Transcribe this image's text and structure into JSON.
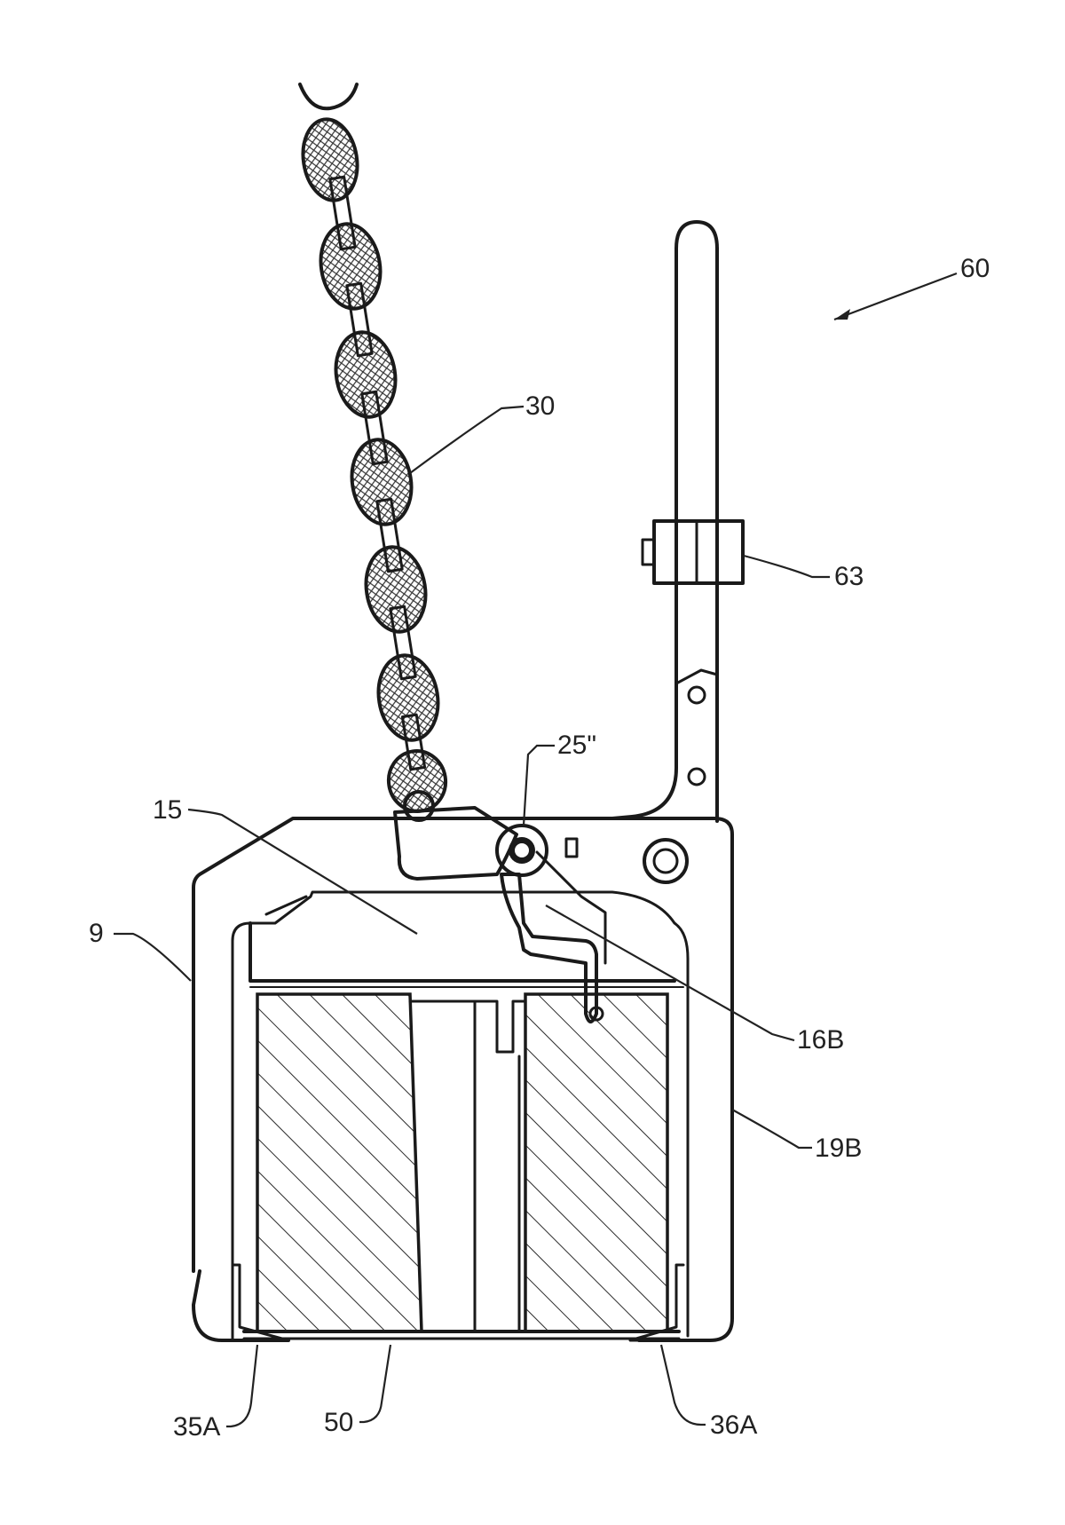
{
  "labels": {
    "ref_60": "60",
    "ref_30": "30",
    "ref_63": "63",
    "ref_25": "25\"",
    "ref_15": "15",
    "ref_9": "9",
    "ref_16B": "16B",
    "ref_19B": "19B",
    "ref_35A": "35A",
    "ref_50": "50",
    "ref_36A": "36A"
  },
  "colors": {
    "line": "#1a1a1a",
    "background": "#ffffff"
  }
}
